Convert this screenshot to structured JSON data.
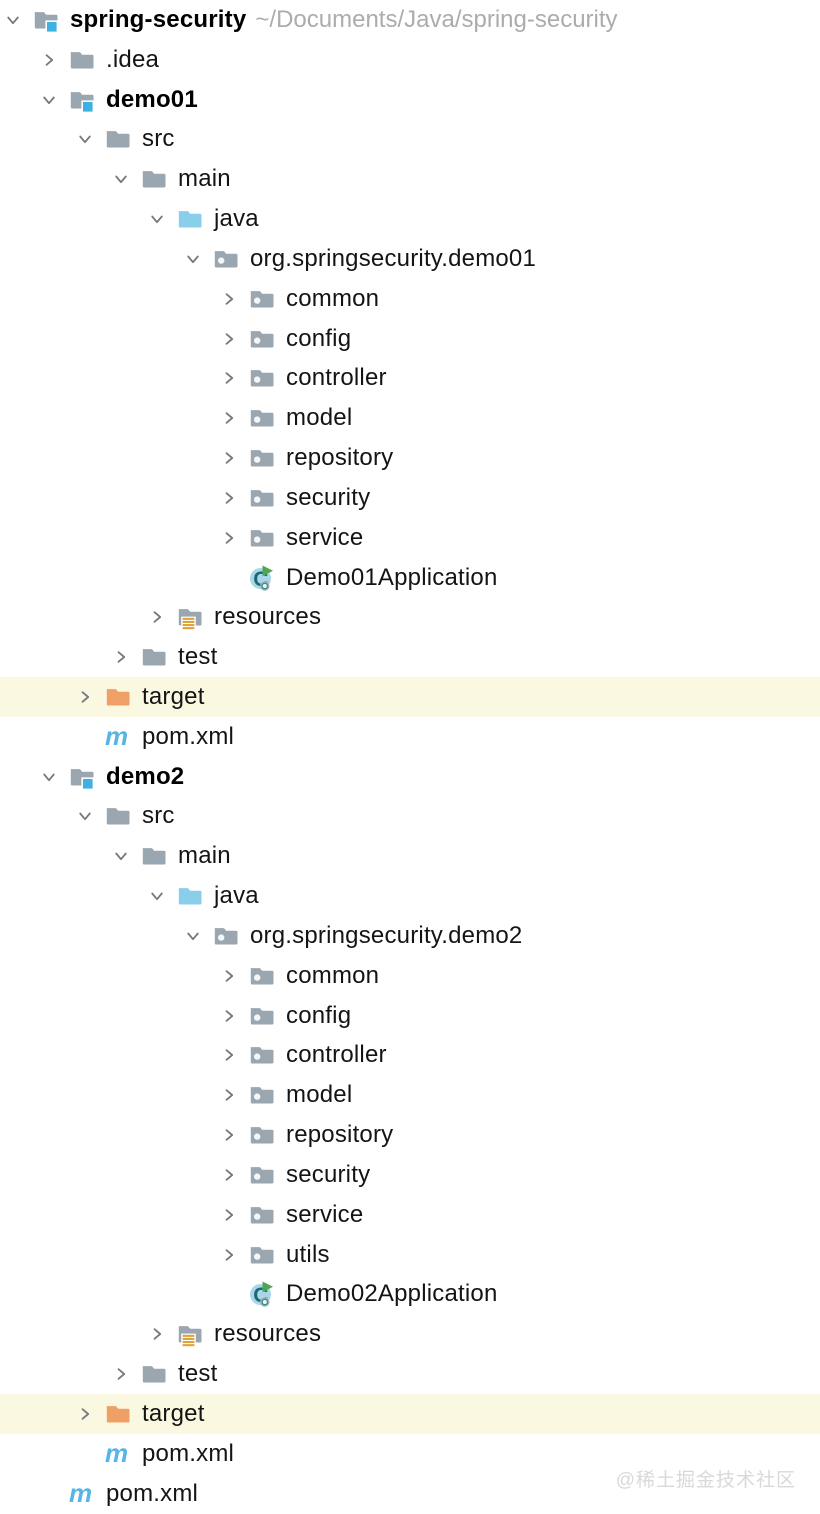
{
  "tree": {
    "rows": [
      {
        "label": "spring-security",
        "suffix": "~/Documents/Java/spring-security",
        "level": 0,
        "chevron": "down",
        "icon": "module-folder-icon",
        "bold": true,
        "highlighted": false
      },
      {
        "label": ".idea",
        "level": 1,
        "chevron": "right",
        "icon": "folder-icon",
        "bold": false,
        "highlighted": false
      },
      {
        "label": "demo01",
        "level": 1,
        "chevron": "down",
        "icon": "module-folder-icon",
        "bold": true,
        "highlighted": false
      },
      {
        "label": "src",
        "level": 2,
        "chevron": "down",
        "icon": "folder-icon",
        "bold": false,
        "highlighted": false
      },
      {
        "label": "main",
        "level": 3,
        "chevron": "down",
        "icon": "folder-icon",
        "bold": false,
        "highlighted": false
      },
      {
        "label": "java",
        "level": 4,
        "chevron": "down",
        "icon": "sources-folder-icon",
        "bold": false,
        "highlighted": false
      },
      {
        "label": "org.springsecurity.demo01",
        "level": 5,
        "chevron": "down",
        "icon": "package-icon",
        "bold": false,
        "highlighted": false
      },
      {
        "label": "common",
        "level": 6,
        "chevron": "right",
        "icon": "package-icon",
        "bold": false,
        "highlighted": false
      },
      {
        "label": "config",
        "level": 6,
        "chevron": "right",
        "icon": "package-icon",
        "bold": false,
        "highlighted": false
      },
      {
        "label": "controller",
        "level": 6,
        "chevron": "right",
        "icon": "package-icon",
        "bold": false,
        "highlighted": false
      },
      {
        "label": "model",
        "level": 6,
        "chevron": "right",
        "icon": "package-icon",
        "bold": false,
        "highlighted": false
      },
      {
        "label": "repository",
        "level": 6,
        "chevron": "right",
        "icon": "package-icon",
        "bold": false,
        "highlighted": false
      },
      {
        "label": "security",
        "level": 6,
        "chevron": "right",
        "icon": "package-icon",
        "bold": false,
        "highlighted": false
      },
      {
        "label": "service",
        "level": 6,
        "chevron": "right",
        "icon": "package-icon",
        "bold": false,
        "highlighted": false
      },
      {
        "label": "Demo01Application",
        "level": 6,
        "chevron": "none",
        "icon": "spring-boot-class-icon",
        "bold": false,
        "highlighted": false
      },
      {
        "label": "resources",
        "level": 4,
        "chevron": "right",
        "icon": "resources-folder-icon",
        "bold": false,
        "highlighted": false
      },
      {
        "label": "test",
        "level": 3,
        "chevron": "right",
        "icon": "folder-icon",
        "bold": false,
        "highlighted": false
      },
      {
        "label": "target",
        "level": 2,
        "chevron": "right",
        "icon": "excluded-folder-icon",
        "bold": false,
        "highlighted": true
      },
      {
        "label": "pom.xml",
        "level": 2,
        "chevron": "none",
        "icon": "maven-icon",
        "bold": false,
        "highlighted": false
      },
      {
        "label": "demo2",
        "level": 1,
        "chevron": "down",
        "icon": "module-folder-icon",
        "bold": true,
        "highlighted": false
      },
      {
        "label": "src",
        "level": 2,
        "chevron": "down",
        "icon": "folder-icon",
        "bold": false,
        "highlighted": false
      },
      {
        "label": "main",
        "level": 3,
        "chevron": "down",
        "icon": "folder-icon",
        "bold": false,
        "highlighted": false
      },
      {
        "label": "java",
        "level": 4,
        "chevron": "down",
        "icon": "sources-folder-icon",
        "bold": false,
        "highlighted": false
      },
      {
        "label": "org.springsecurity.demo2",
        "level": 5,
        "chevron": "down",
        "icon": "package-icon",
        "bold": false,
        "highlighted": false
      },
      {
        "label": "common",
        "level": 6,
        "chevron": "right",
        "icon": "package-icon",
        "bold": false,
        "highlighted": false
      },
      {
        "label": "config",
        "level": 6,
        "chevron": "right",
        "icon": "package-icon",
        "bold": false,
        "highlighted": false
      },
      {
        "label": "controller",
        "level": 6,
        "chevron": "right",
        "icon": "package-icon",
        "bold": false,
        "highlighted": false
      },
      {
        "label": "model",
        "level": 6,
        "chevron": "right",
        "icon": "package-icon",
        "bold": false,
        "highlighted": false
      },
      {
        "label": "repository",
        "level": 6,
        "chevron": "right",
        "icon": "package-icon",
        "bold": false,
        "highlighted": false
      },
      {
        "label": "security",
        "level": 6,
        "chevron": "right",
        "icon": "package-icon",
        "bold": false,
        "highlighted": false
      },
      {
        "label": "service",
        "level": 6,
        "chevron": "right",
        "icon": "package-icon",
        "bold": false,
        "highlighted": false
      },
      {
        "label": "utils",
        "level": 6,
        "chevron": "right",
        "icon": "package-icon",
        "bold": false,
        "highlighted": false
      },
      {
        "label": "Demo02Application",
        "level": 6,
        "chevron": "none",
        "icon": "spring-boot-class-icon",
        "bold": false,
        "highlighted": false
      },
      {
        "label": "resources",
        "level": 4,
        "chevron": "right",
        "icon": "resources-folder-icon",
        "bold": false,
        "highlighted": false
      },
      {
        "label": "test",
        "level": 3,
        "chevron": "right",
        "icon": "folder-icon",
        "bold": false,
        "highlighted": false
      },
      {
        "label": "target",
        "level": 2,
        "chevron": "right",
        "icon": "excluded-folder-icon",
        "bold": false,
        "highlighted": true
      },
      {
        "label": "pom.xml",
        "level": 2,
        "chevron": "none",
        "icon": "maven-icon",
        "bold": false,
        "highlighted": false
      },
      {
        "label": "pom.xml",
        "level": 1,
        "chevron": "none",
        "icon": "maven-icon",
        "bold": false,
        "highlighted": false
      }
    ]
  },
  "watermark": {
    "text": "@稀土掘金技术社区"
  },
  "colors": {
    "folder_gray": "#9AA6B0",
    "sources_blue": "#8BCEE9",
    "excluded_orange": "#EFA066",
    "module_badge_blue": "#3EB1E2",
    "maven_blue": "#57B5E5",
    "resources_amber": "#DFA33C",
    "highlight_row": "#FBF8E1",
    "path_gray": "#ACACAC",
    "chevron_gray": "#75797C",
    "class_circle_blue": "#A9D6E8",
    "run_green": "#4EA652"
  }
}
